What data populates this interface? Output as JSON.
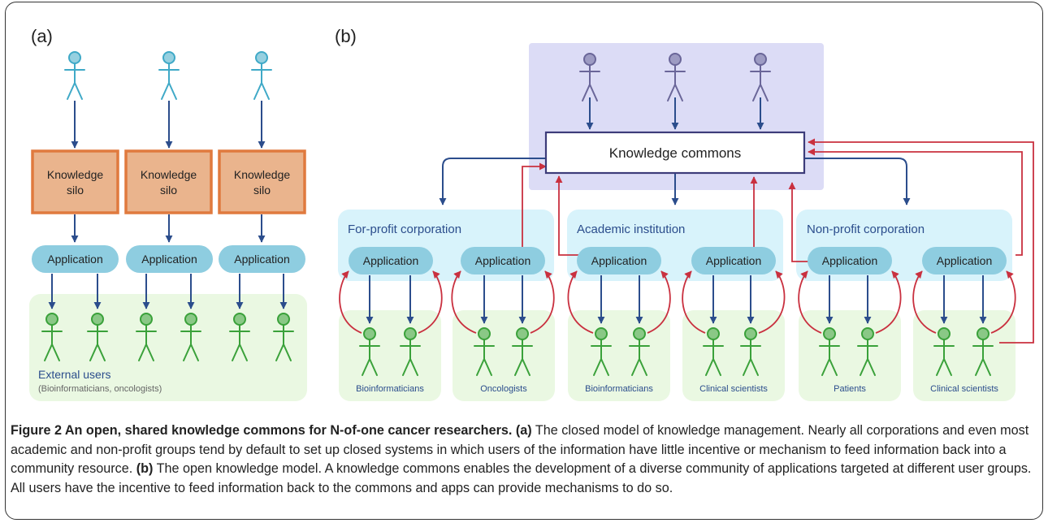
{
  "panels": {
    "a": {
      "label": "(a)",
      "silo_line1": "Knowledge",
      "silo_line2": "silo",
      "application": "Application",
      "users_title": "External users",
      "users_subtitle": "(Bioinformaticians, oncologists)"
    },
    "b": {
      "label": "(b)",
      "commons": "Knowledge commons",
      "orgs": [
        {
          "name": "For-profit corporation",
          "groups": [
            "Bioinformaticians",
            "Oncologists"
          ]
        },
        {
          "name": "Academic institution",
          "groups": [
            "Bioinformaticians",
            "Clinical scientists"
          ]
        },
        {
          "name": "Non-profit corporation",
          "groups": [
            "Patients",
            "Clinical scientists"
          ]
        }
      ],
      "application": "Application"
    }
  },
  "caption": {
    "title": "Figure 2 An open, shared knowledge commons for N-of-one cancer researchers.",
    "a_label": "(a)",
    "a_text": " The closed model of knowledge management. Nearly all corporations and even most academic and non-profit groups tend by default to set up closed systems in which users of the information have little incentive or mechanism to feed information back into a community resource. ",
    "b_label": "(b)",
    "b_text": " The open knowledge model. A knowledge commons enables the development of a diverse community of applications targeted at different user groups. All users have the incentive to feed information back to the commons and apps can provide mechanisms to do so."
  },
  "colors": {
    "researcher": "#3fa9c7",
    "commons_user": "#6a6699",
    "end_user": "#3aa13a",
    "silo_fill": "#eab48d",
    "silo_border": "#e07a3e",
    "app_fill": "#8ecde0",
    "org_bg": "#d8f3fb",
    "user_bg": "#eaf8e2",
    "commons_bg": "#dcdcf6",
    "arrow_down": "#2b4d8c",
    "arrow_up": "#c9303f"
  }
}
